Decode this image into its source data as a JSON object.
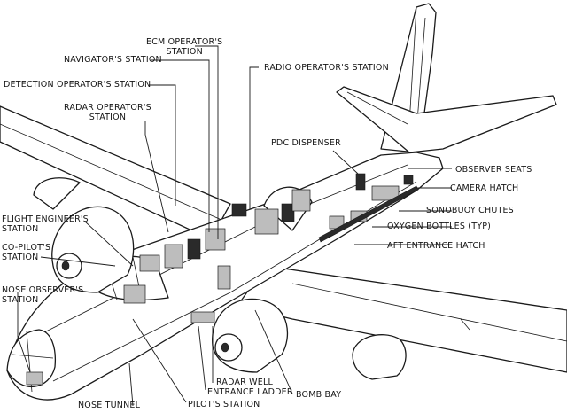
{
  "labels": {
    "ecm_operator": "ECM OPERATOR'S\nSTATION",
    "navigator": "NAVIGATOR'S STATION",
    "radio_operator": "RADIO OPERATOR'S STATION",
    "detection_operator": "DETECTION OPERATOR'S STATION",
    "radar_operator": "RADAR OPERATOR'S\nSTATION",
    "pdc_dispenser": "PDC DISPENSER",
    "observer_seats": "OBSERVER SEATS",
    "camera_hatch": "CAMERA HATCH",
    "sonobuoy_chutes": "SONOBUOY CHUTES",
    "oxygen_bottles": "OXYGEN BOTTLES (TYP)",
    "aft_entrance_hatch": "AFT ENTRANCE HATCH",
    "flight_engineer": "FLIGHT ENGINEER'S\nSTATION",
    "co_pilot": "CO-PILOT'S\nSTATION",
    "nose_observer": "NOSE OBSERVER'S\nSTATION",
    "radar_well": "RADAR WELL",
    "entrance_ladder": "ENTRANCE LADDER",
    "pilot": "PILOT'S STATION",
    "bomb_bay": "BOMB BAY",
    "nose_tunnel": "NOSE TUNNEL"
  }
}
